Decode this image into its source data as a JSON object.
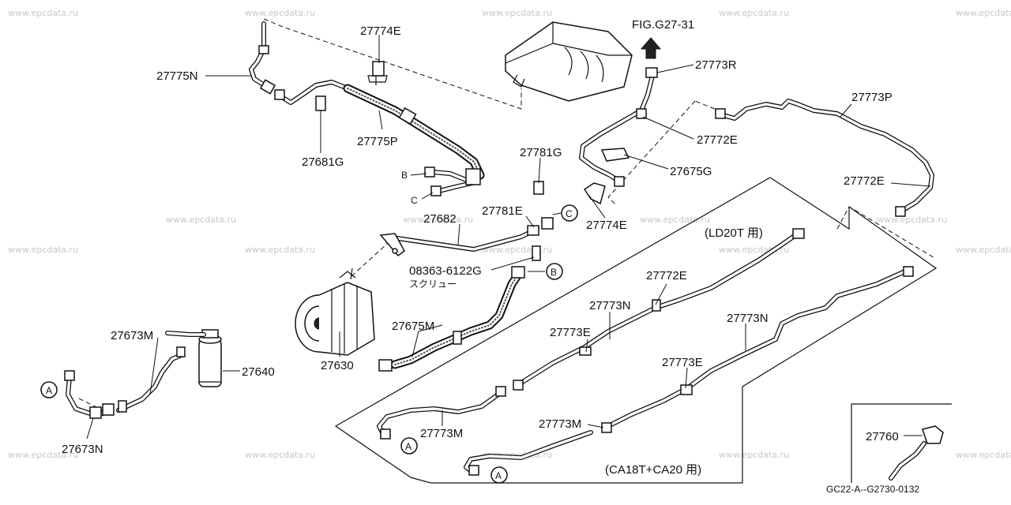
{
  "watermark": "www.epcdata.ru",
  "figure_code": "GC22-A--G2730-0132",
  "fig_reference": "FIG.G27-31",
  "variant_labels": {
    "ld20t": "(LD20T 用)",
    "ca18t_ca20": "(CA18T+CA20 用)"
  },
  "screw": {
    "part": "08363-6122G",
    "name": "スクリュー"
  },
  "ref_letters": {
    "a": "A",
    "b": "B",
    "c": "C"
  },
  "parts": {
    "p27774e_top": "27774E",
    "p27775n": "27775N",
    "p27775p": "27775P",
    "p27681g": "27681G",
    "p27773r": "27773R",
    "p27772e_a": "27772E",
    "p27675g": "27675G",
    "p27773p": "27773P",
    "p27772e_b": "27772E",
    "p27774e_mid": "27774E",
    "p27781g": "27781G",
    "p27781e": "27781E",
    "p27682": "27682",
    "p27675m": "27675M",
    "p27630": "27630",
    "p27673m": "27673M",
    "p27640": "27640",
    "p27673n": "27673N",
    "p27772e_c": "27772E",
    "p27773n_a": "27773N",
    "p27773e_a": "27773E",
    "p27773n_b": "27773N",
    "p27773e_b": "27773E",
    "p27773m_a": "27773M",
    "p27773m_b": "27773M",
    "p27760": "27760"
  }
}
